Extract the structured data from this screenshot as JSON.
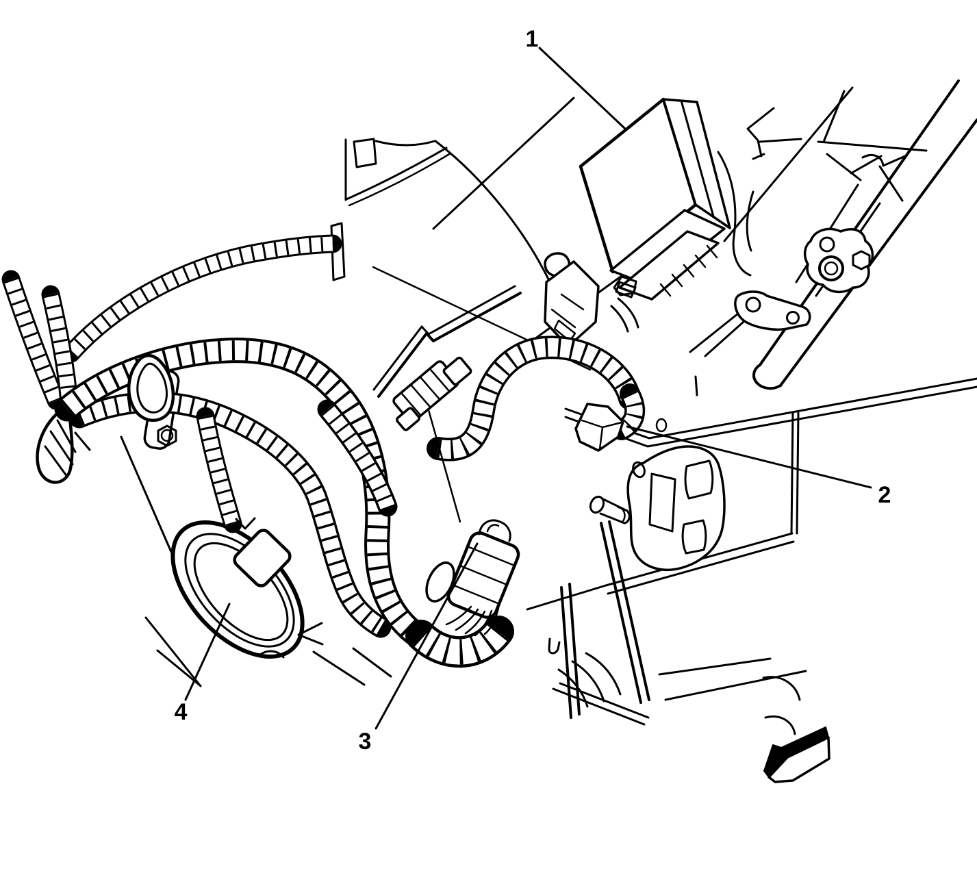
{
  "figure": {
    "type": "technical-line-illustration",
    "background_color": "#ffffff",
    "line_color": "#000000",
    "callouts": [
      {
        "label": "1"
      },
      {
        "label": "2"
      },
      {
        "label": "3"
      },
      {
        "label": "4"
      }
    ],
    "icons": {
      "direction_arrow": "front-of-vehicle-arrow"
    }
  }
}
